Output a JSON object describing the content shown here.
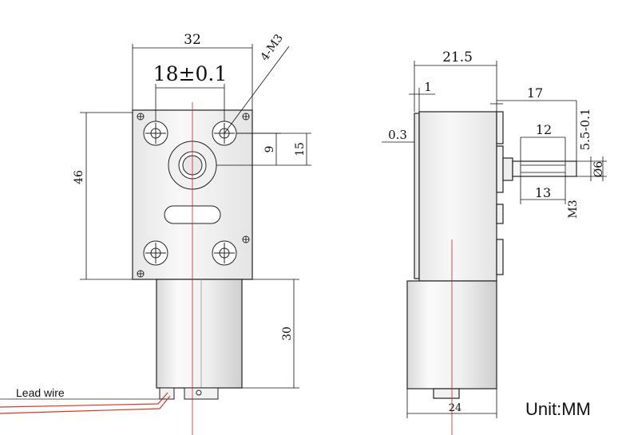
{
  "front_view": {
    "width": "32",
    "hole_spacing": "18±0.1",
    "screw": "4-M3",
    "height": "46",
    "shaft_offset_a": "15",
    "shaft_offset_b": "9",
    "motor_length": "30"
  },
  "side_view": {
    "depth": "21.5",
    "plate": "1",
    "gap": "0.3",
    "shaft_length": "17",
    "flat_length": "12",
    "flat": "5.5-0.1",
    "diameter": "Ø6",
    "thread_length": "13",
    "thread": "M3",
    "motor_width": "24"
  },
  "labels": {
    "lead_wire": "Lead wire",
    "unit": "Unit:MM"
  },
  "colors": {
    "line": "#111111",
    "centerline": "#cc2222",
    "body_fill": "#f4f4f4",
    "wire_red": "#d23a2a"
  }
}
